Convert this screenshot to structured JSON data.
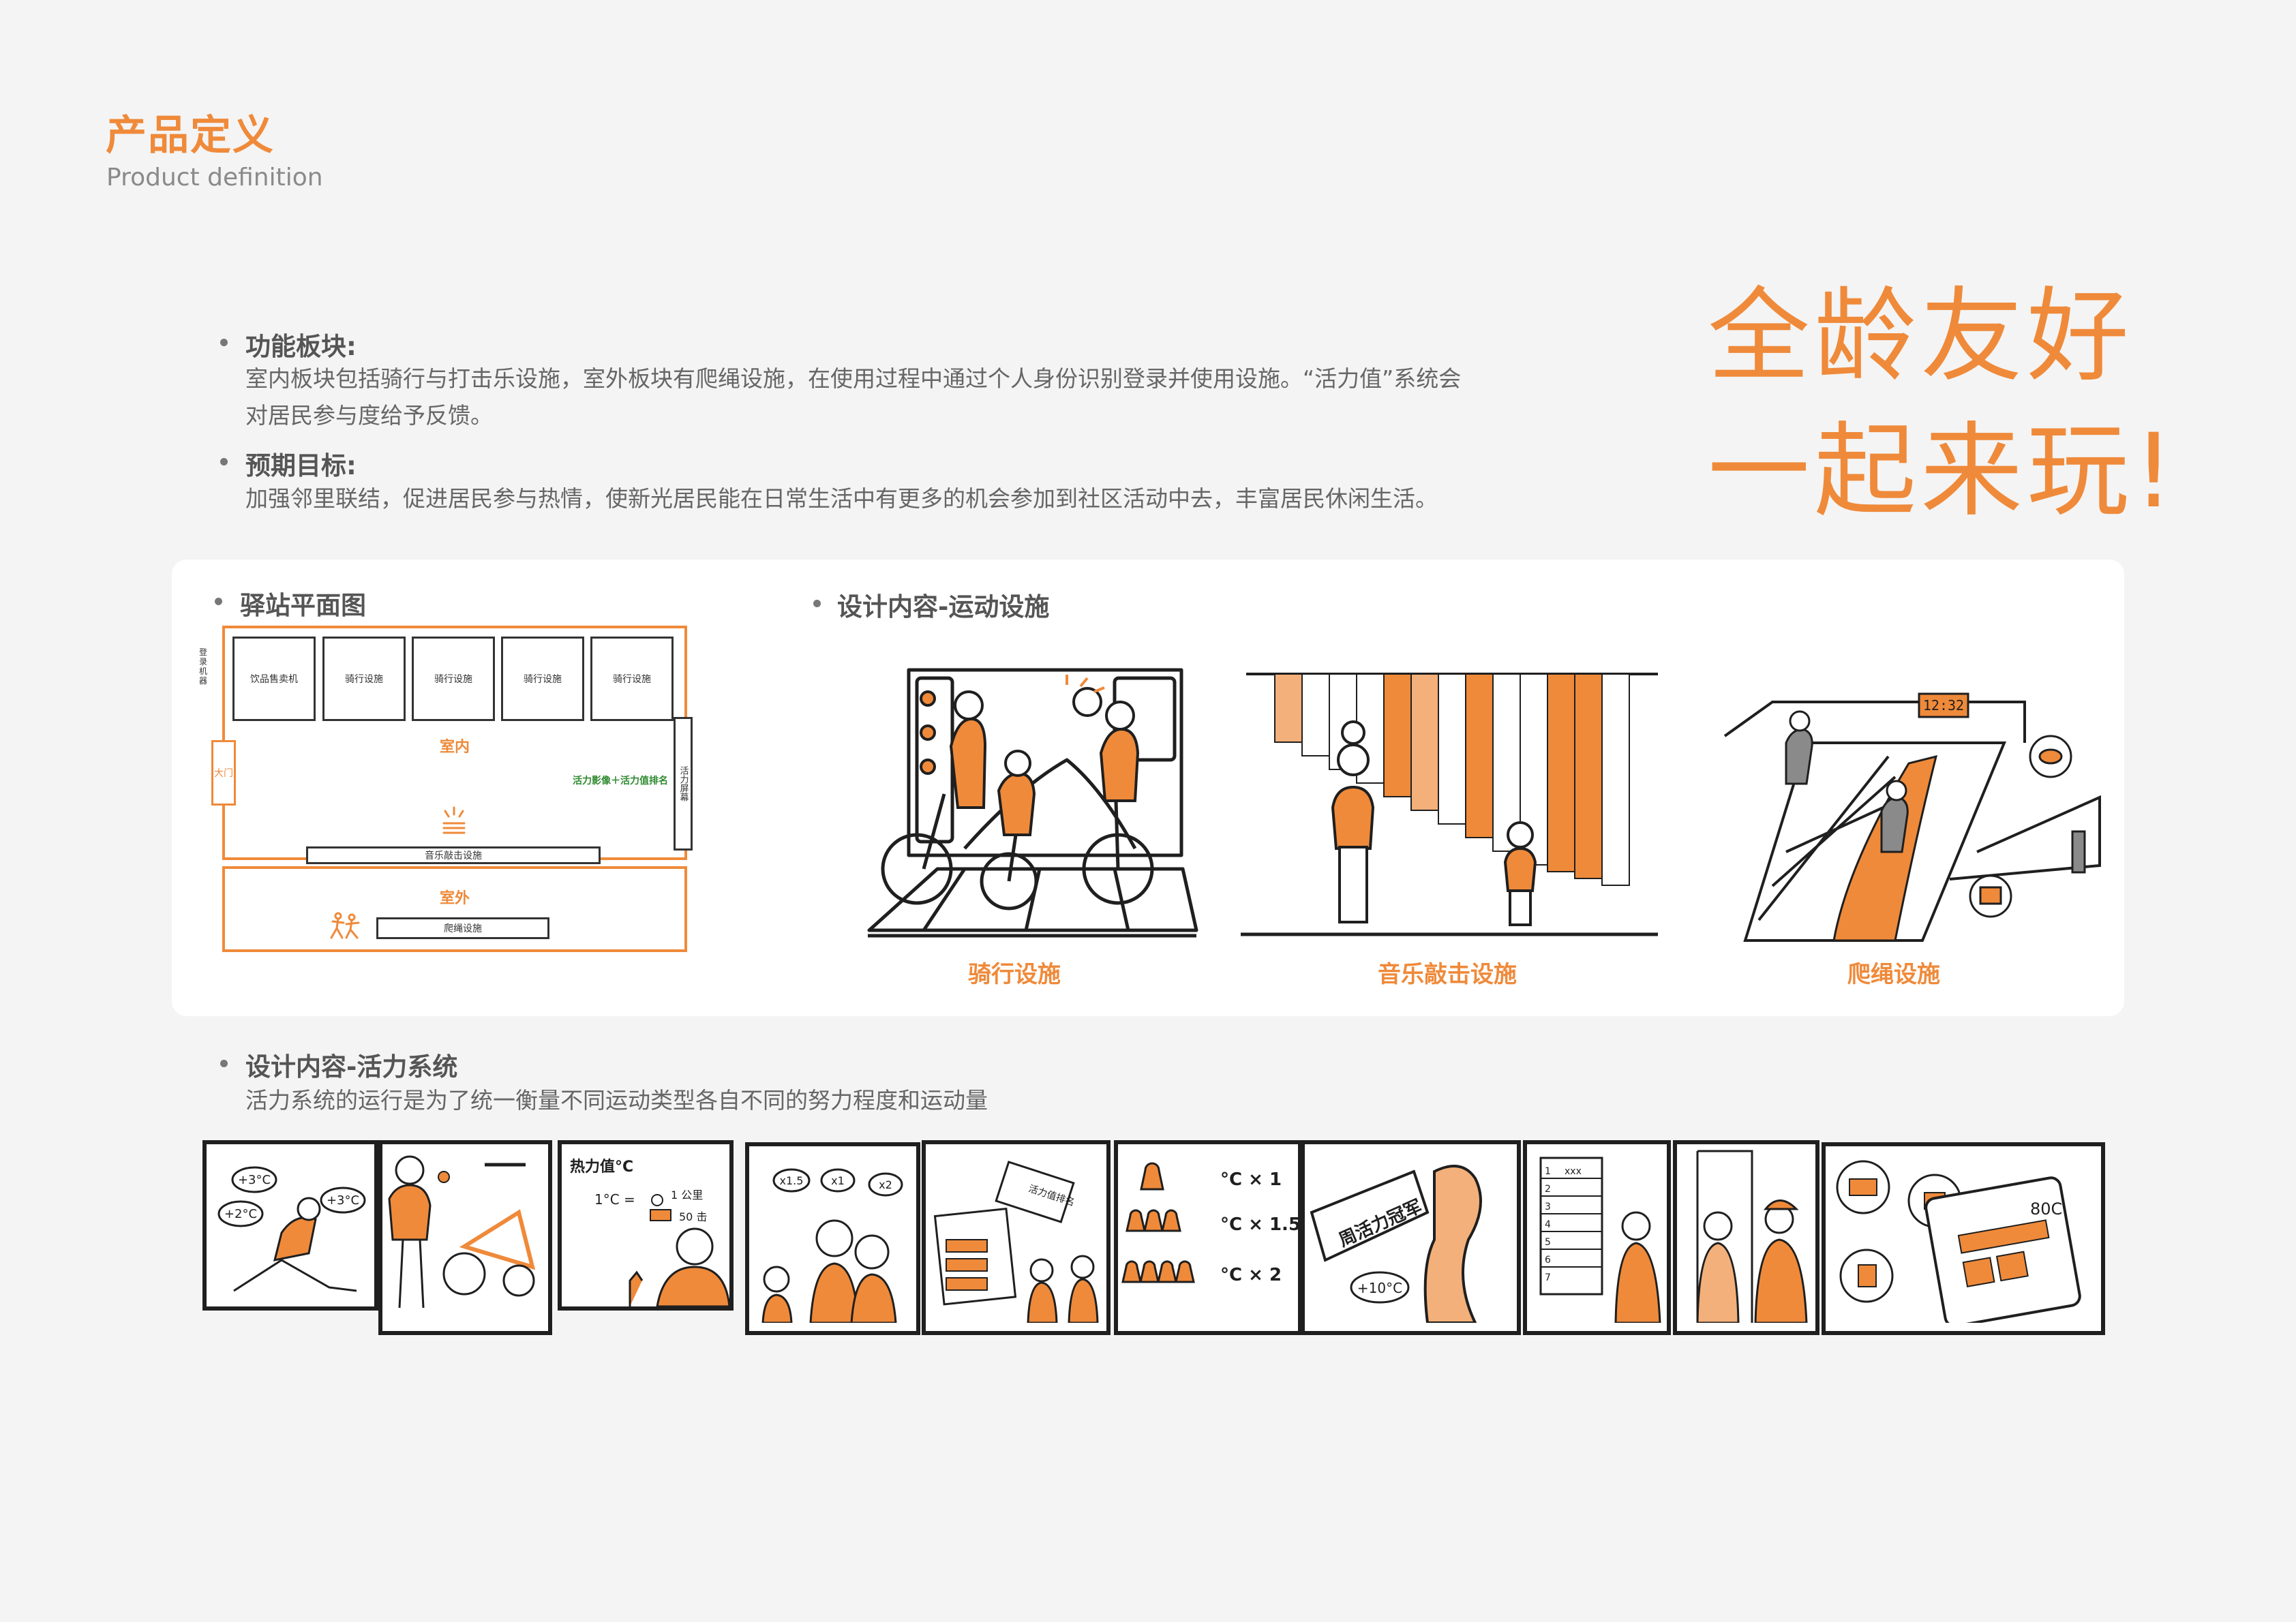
{
  "header": {
    "title": "产品定义",
    "subtitle": "Product definition"
  },
  "intro": {
    "section1_title": "功能板块:",
    "section1_text_line1": "室内板块包括骑行与打击乐设施，室外板块有爬绳设施，在使用过程中通过个人身份识别登录并使用设施。“活力值”系统会",
    "section1_text_line2": "对居民参与度给予反馈。",
    "section2_title": "预期目标:",
    "section2_text": "加强邻里联结，促进居民参与热情，使新光居民能在日常生活中有更多的机会参加到社区活动中去，丰富居民休闲生活。"
  },
  "slogan": {
    "line1": "全龄友好",
    "line2": "一起来玩!"
  },
  "floor_plan": {
    "title": "驿站平面图",
    "rooms": [
      "饮品售卖机",
      "骑行设施",
      "骑行设施",
      "骑行设施",
      "骑行设施"
    ],
    "login_machine": "登录机器",
    "main_door": "大门",
    "indoor_label": "室内",
    "vitality_image": "活力影像＋活力值排名",
    "vitality_screen": "活力屏幕",
    "music_bar": "音乐敲击设施",
    "outdoor_label": "室外",
    "rope_bar": "爬绳设施"
  },
  "sports": {
    "title": "设计内容-运动设施",
    "items": [
      {
        "caption": "骑行设施"
      },
      {
        "caption": "音乐敲击设施"
      },
      {
        "caption": "爬绳设施",
        "clock_text": "12:32"
      }
    ]
  },
  "vitality": {
    "title": "设计内容-活力系统",
    "description": "活力系统的运行是为了统一衡量不同运动类型各自不同的努力程度和运动量",
    "panel1": {
      "tags": [
        "+3°C",
        "+2°C",
        "+3°C"
      ]
    },
    "panel3": {
      "title": "热力值°C",
      "formula": "1°C =",
      "unit1": "1 公里",
      "unit2": "50 击"
    },
    "panel4": {
      "tags": [
        "x1.5",
        "x1",
        "x2"
      ]
    },
    "panel5": {
      "sign": "活力值排名"
    },
    "panel6": {
      "rows": [
        "°C × 1",
        "°C × 1.5",
        "°C × 2"
      ]
    },
    "panel7": {
      "banner": "周活力冠军",
      "tag": "+10°C"
    },
    "panel8": {
      "rows": [
        "1",
        "2",
        "3",
        "4",
        "5",
        "6",
        "7"
      ],
      "mark": "xxx"
    },
    "panel10": {
      "reading": "80C"
    }
  },
  "colors": {
    "accent": "#ef8a3a",
    "light_accent": "#f3b07a",
    "green": "#2f8a2f",
    "ink": "#1f1f1f"
  }
}
